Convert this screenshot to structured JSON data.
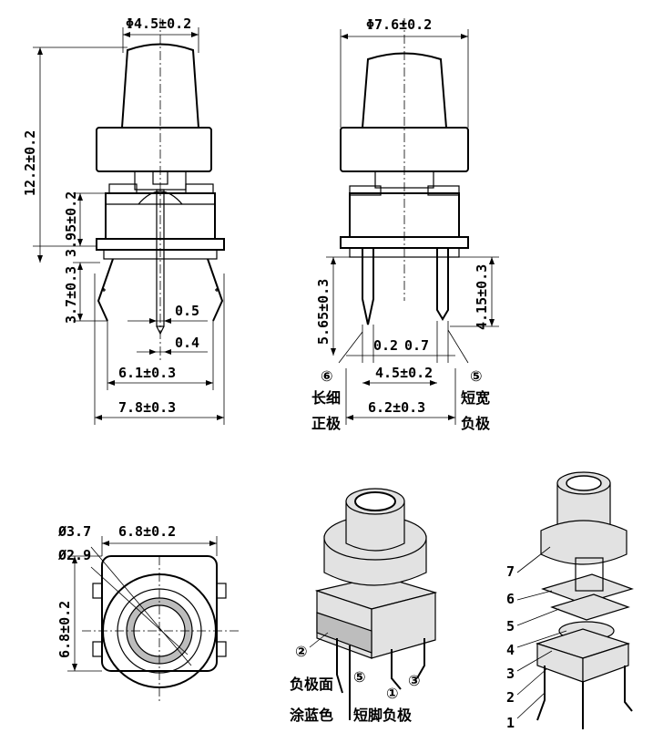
{
  "front_view": {
    "cap_diameter": "Φ4.5±0.2",
    "height_total": "12.2±0.2",
    "body_height": "3.95±0.2",
    "lead_length": "3.7±0.3",
    "center_pin_width": "0.5",
    "center_pin_thickness": "0.4",
    "lead_pitch": "6.1±0.3",
    "overall_width": "7.8±0.3"
  },
  "side_view": {
    "base_diameter": "Φ7.6±0.2",
    "left_lead_length": "5.65±0.3",
    "right_lead_length": "4.15±0.3",
    "dim_a": "0.2",
    "dim_b": "0.7",
    "inner_pitch": "4.5±0.2",
    "outer_pitch": "6.2±0.3",
    "callout_left": "⑥",
    "callout_right": "⑤",
    "note_left_1": "长细",
    "note_left_2": "正极",
    "note_right_1": "短宽",
    "note_right_2": "负极"
  },
  "top_view": {
    "outer_diameter": "Ø3.7",
    "inner_diameter": "Ø2.9",
    "width": "6.8±0.2",
    "height": "6.8±0.2"
  },
  "iso_view": {
    "callout_2": "②",
    "callout_5": "⑤",
    "callout_1": "①",
    "callout_3": "③",
    "note_neg_1": "负极面",
    "note_neg_2": "涂蓝色",
    "note_short": "短脚负极"
  },
  "exploded_view": {
    "parts": [
      "1",
      "2",
      "3",
      "4",
      "5",
      "6",
      "7"
    ]
  }
}
